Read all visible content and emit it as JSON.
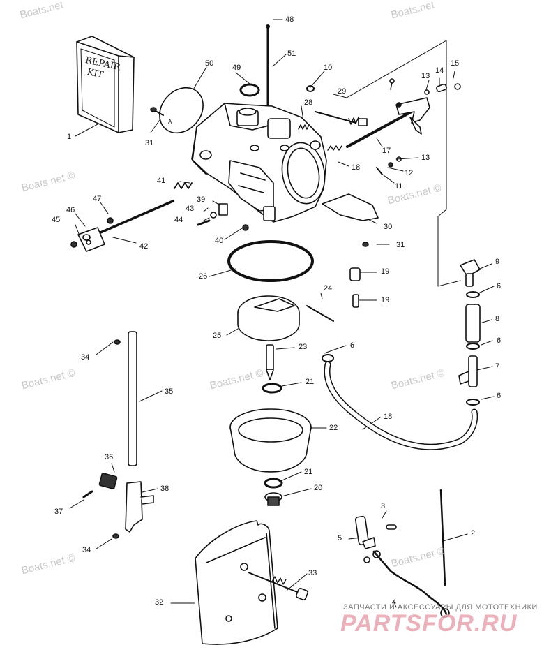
{
  "watermarks": [
    "Boats.net",
    "Boats.net",
    "Boats.net ©",
    "Boats.net ©",
    "Boats.net ©",
    "Boats.net ©",
    "Boats.net ©",
    "Boats.net ©",
    "Boats.net ©"
  ],
  "repair_kit_line1": "REPAIR",
  "repair_kit_line2": "KIT",
  "brand_subtitle": "ЗАПЧАСТИ И АКСЕССУАРЫ ДЛЯ МОТОТЕХНИКИ",
  "brand_name": "PARTSFOR.RU",
  "part_labels": {
    "l48": "48",
    "l51": "51",
    "l50": "50",
    "l49": "49",
    "l10": "10",
    "l15": "15",
    "l14": "14",
    "l13a": "13",
    "l29": "29",
    "l28": "28",
    "l1": "1",
    "l31a": "31",
    "l17": "17",
    "l18a": "18",
    "l13b": "13",
    "l12": "12",
    "l11": "11",
    "l41": "41",
    "l39": "39",
    "l47": "47",
    "l43": "43",
    "l46": "46",
    "l44": "44",
    "l45": "45",
    "l40": "40",
    "l42": "42",
    "l30": "30",
    "l31b": "31",
    "l9": "9",
    "l19a": "19",
    "l26": "26",
    "l6a": "6",
    "l19b": "19",
    "l24": "24",
    "l8": "8",
    "l6b": "6",
    "l25": "25",
    "l23": "23",
    "l6c": "6",
    "l34a": "34",
    "l7": "7",
    "l21a": "21",
    "l35": "35",
    "l6d": "6",
    "l18b": "18",
    "l22": "22",
    "l36": "36",
    "l21b": "21",
    "l38": "38",
    "l20": "20",
    "l37": "37",
    "l3": "3",
    "l2": "2",
    "l5": "5",
    "l34b": "34",
    "l33": "33",
    "l32": "32",
    "l4": "4"
  }
}
